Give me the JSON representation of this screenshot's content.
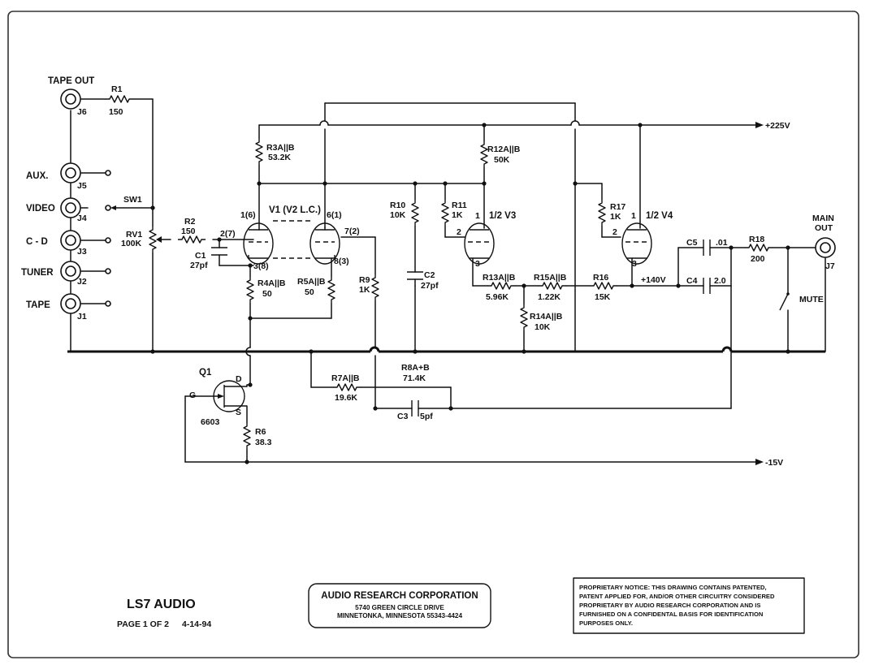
{
  "rails": {
    "pos": "+225V",
    "neg": "-15V",
    "mid": "+140V"
  },
  "inputs": [
    {
      "name": "AUX.",
      "jack": "J5"
    },
    {
      "name": "VIDEO",
      "jack": "J4"
    },
    {
      "name": "C - D",
      "jack": "J3"
    },
    {
      "name": "TUNER",
      "jack": "J2"
    },
    {
      "name": "TAPE",
      "jack": "J1"
    }
  ],
  "tape_out": {
    "name": "TAPE OUT",
    "jack": "J6"
  },
  "main_out": {
    "name_line1": "MAIN",
    "name_line2": "OUT",
    "jack": "J7"
  },
  "switch": "SW1",
  "mute": "MUTE",
  "components": {
    "r1": {
      "ref": "R1",
      "value": "150"
    },
    "rv1": {
      "ref": "RV1",
      "value": "100K"
    },
    "r2": {
      "ref": "R2",
      "value": "150"
    },
    "c1": {
      "ref": "C1",
      "value": "27pf"
    },
    "r3": {
      "ref": "R3A||B",
      "value": "53.2K"
    },
    "r4": {
      "ref": "R4A||B",
      "value": "50"
    },
    "r5": {
      "ref": "R5A||B",
      "value": "50"
    },
    "r6": {
      "ref": "R6",
      "value": "38.3"
    },
    "r7": {
      "ref": "R7A||B",
      "value": "19.6K"
    },
    "r8": {
      "ref": "R8A+B",
      "value": "71.4K"
    },
    "r9": {
      "ref": "R9",
      "value": "1K"
    },
    "r10": {
      "ref": "R10",
      "value": "10K"
    },
    "r11": {
      "ref": "R11",
      "value": "1K"
    },
    "r12": {
      "ref": "R12A||B",
      "value": "50K"
    },
    "r13": {
      "ref": "R13A||B",
      "value": "5.96K"
    },
    "r14": {
      "ref": "R14A||B",
      "value": "10K"
    },
    "r15": {
      "ref": "R15A||B",
      "value": "1.22K"
    },
    "r16": {
      "ref": "R16",
      "value": "15K"
    },
    "r17": {
      "ref": "R17",
      "value": "1K"
    },
    "r18": {
      "ref": "R18",
      "value": "200"
    },
    "c2": {
      "ref": "C2",
      "value": "27pf"
    },
    "c3": {
      "ref": "C3",
      "value": "5pf"
    },
    "c4": {
      "ref": "C4",
      "value": "2.0"
    },
    "c5": {
      "ref": "C5",
      "value": ".01"
    },
    "v1": {
      "ref": "V1 (V2 L.C.)"
    },
    "v3": {
      "ref": "1/2 V3"
    },
    "v4": {
      "ref": "1/2 V4"
    },
    "q1": {
      "ref": "Q1",
      "value": "6603",
      "g": "G",
      "d": "D",
      "s": "S"
    }
  },
  "pins": {
    "v1_plate_a": "1(6)",
    "v1_plate_b": "6(1)",
    "v1_grid_a": "2(7)",
    "v1_grid_b": "7(2)",
    "v1_cath_a": "3(8)",
    "v1_cath_b": "8(3)",
    "v3_plate": "1",
    "v3_grid": "2",
    "v3_cath": "3",
    "v4_plate": "1",
    "v4_grid": "2",
    "v4_cath": "3"
  },
  "title_block": {
    "title": "LS7 AUDIO",
    "page": "PAGE 1 OF 2",
    "date": "4-14-94",
    "company": "AUDIO RESEARCH CORPORATION",
    "address1": "5740 GREEN CIRCLE DRIVE",
    "address2": "MINNETONKA, MINNESOTA 55343-4424",
    "notice": [
      "PROPRIETARY NOTICE:  THIS DRAWING CONTAINS PATENTED,",
      "PATENT APPLIED FOR, AND/OR OTHER CIRCUITRY CONSIDERED",
      "PROPRIETARY BY AUDIO RESEARCH CORPORATION AND IS",
      "FURNISHED ON A CONFIDENTAL BASIS FOR IDENTIFICATION",
      "PURPOSES ONLY."
    ]
  }
}
